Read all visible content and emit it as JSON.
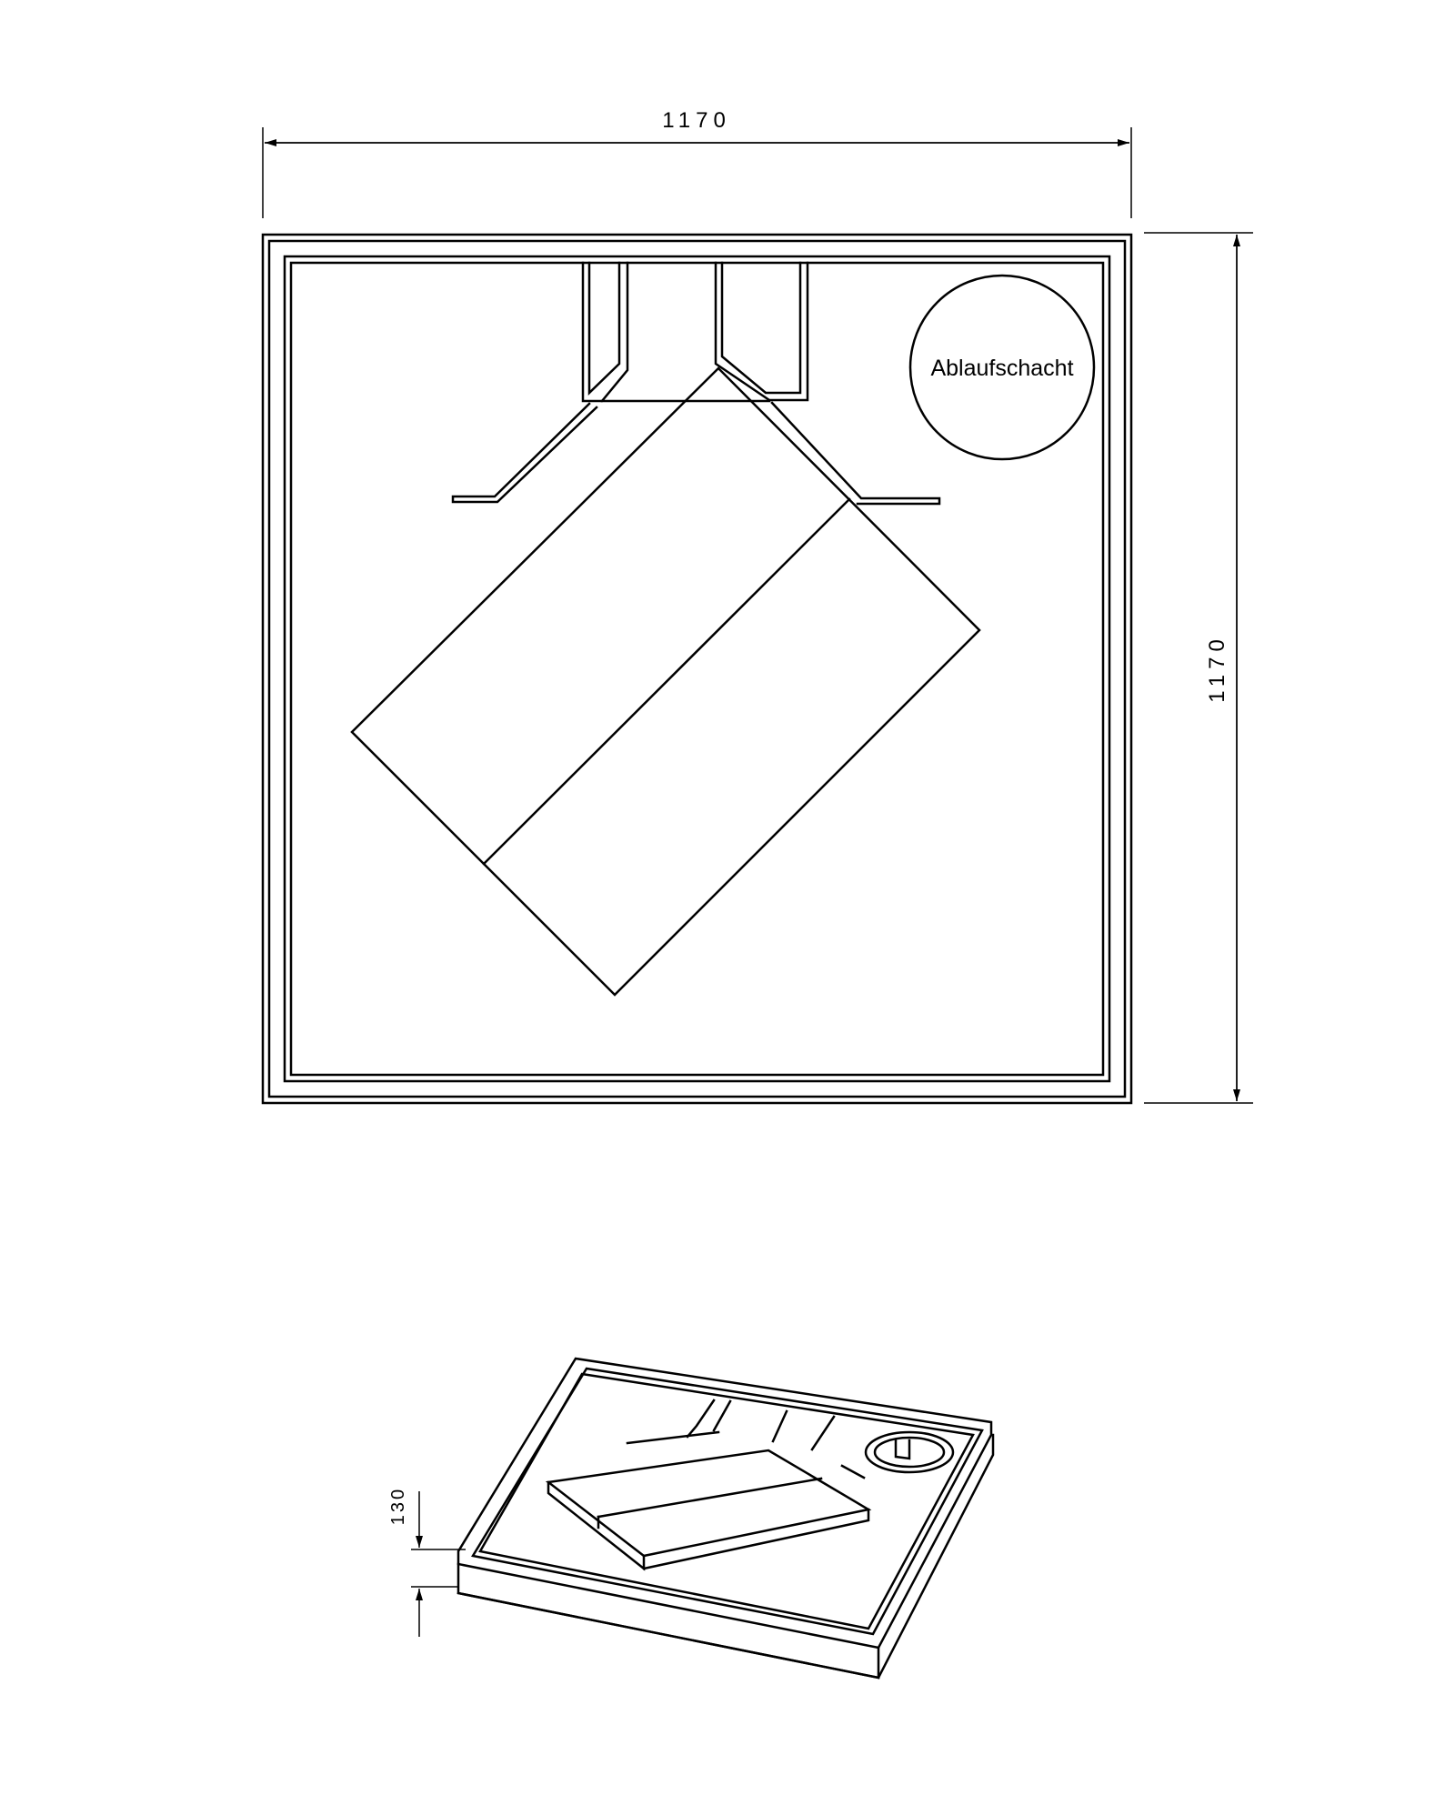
{
  "plan": {
    "width_label": "1170",
    "height_label": "1170",
    "drain_label": "Ablaufschacht"
  },
  "isometric": {
    "height_label": "130"
  }
}
